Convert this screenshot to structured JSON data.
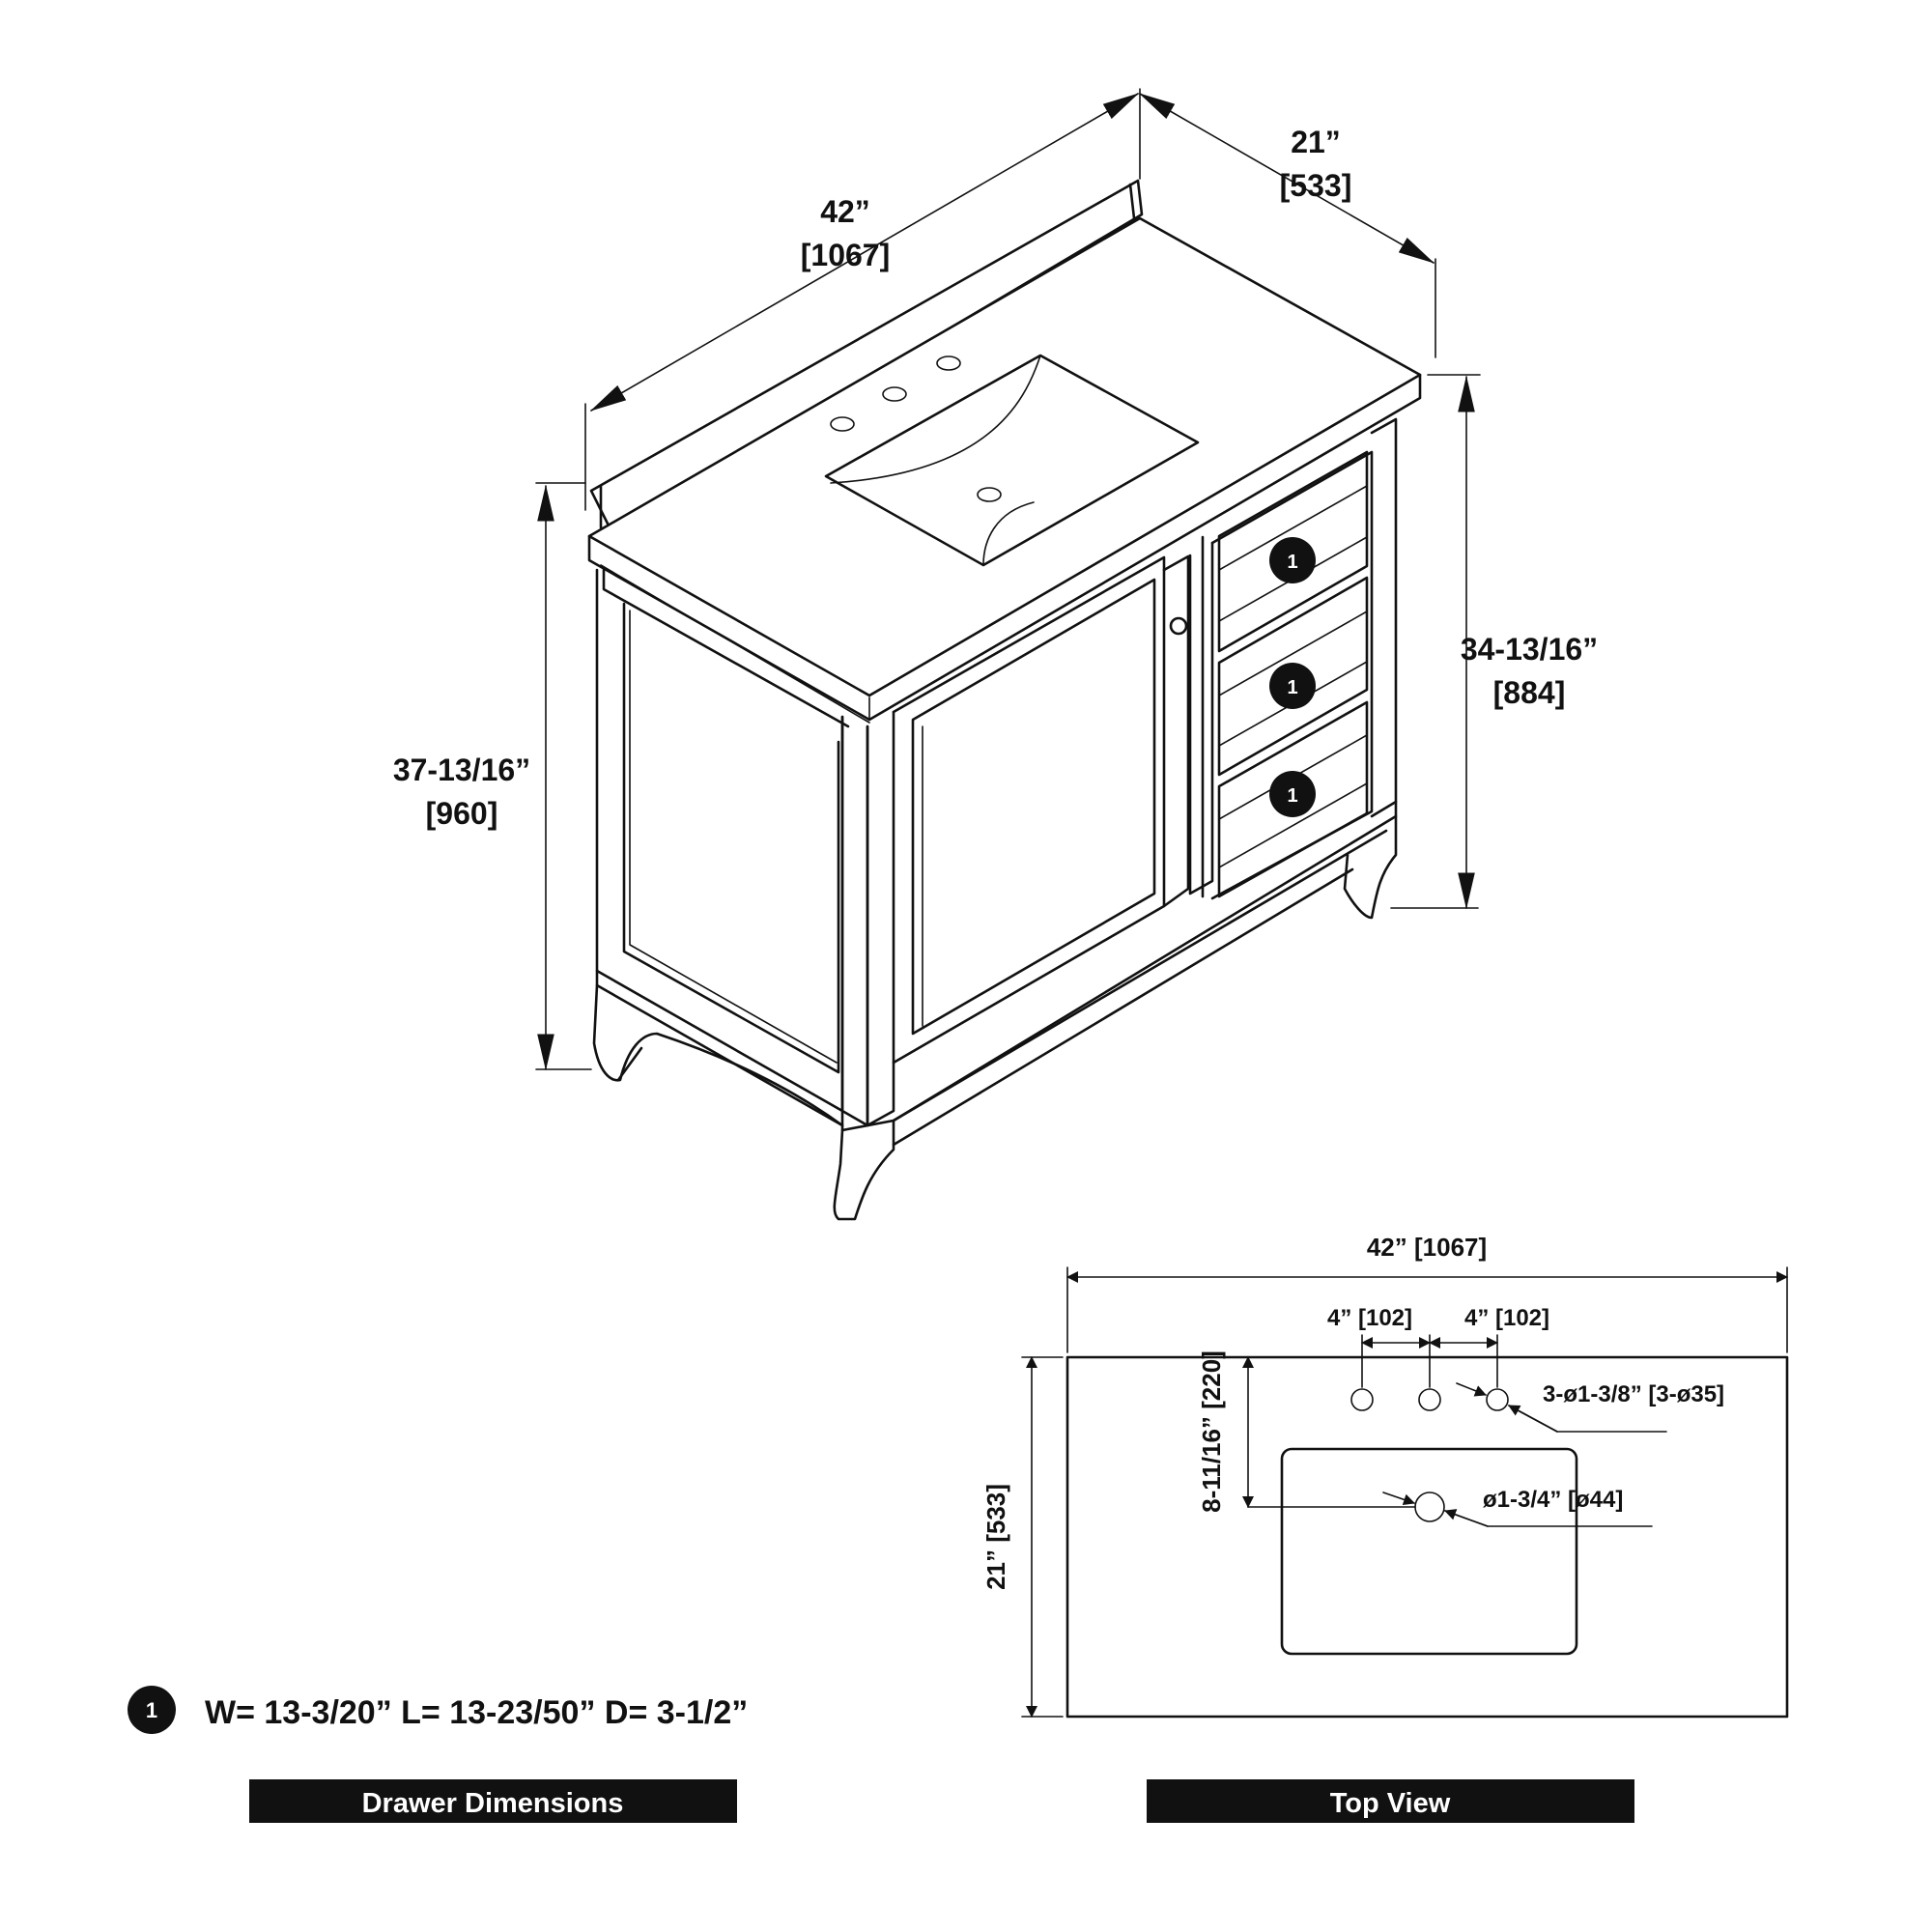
{
  "iso_dims": {
    "width_in": "42”",
    "width_mm": "[1067]",
    "depth_in": "21”",
    "depth_mm": "[533]",
    "total_height_in": "37-13/16”",
    "total_height_mm": "[960]",
    "cabinet_height_in": "34-13/16”",
    "cabinet_height_mm": "[884]",
    "drawer_marker": "1"
  },
  "top_view": {
    "width": "42” [1067]",
    "spacing_left": "4” [102]",
    "spacing_right": "4” [102]",
    "faucet_holes": "3-ø1-3/8” [3-ø35]",
    "drain": "ø1-3/4” [ø44]",
    "depth": "21” [533]",
    "drain_offset": "8-11/16” [220]"
  },
  "drawer": {
    "marker": "1",
    "spec": "W= 13-3/20” L= 13-23/50” D= 3-1/2”"
  },
  "banners": {
    "drawer_dimensions": "Drawer Dimensions",
    "top_view": "Top View"
  }
}
